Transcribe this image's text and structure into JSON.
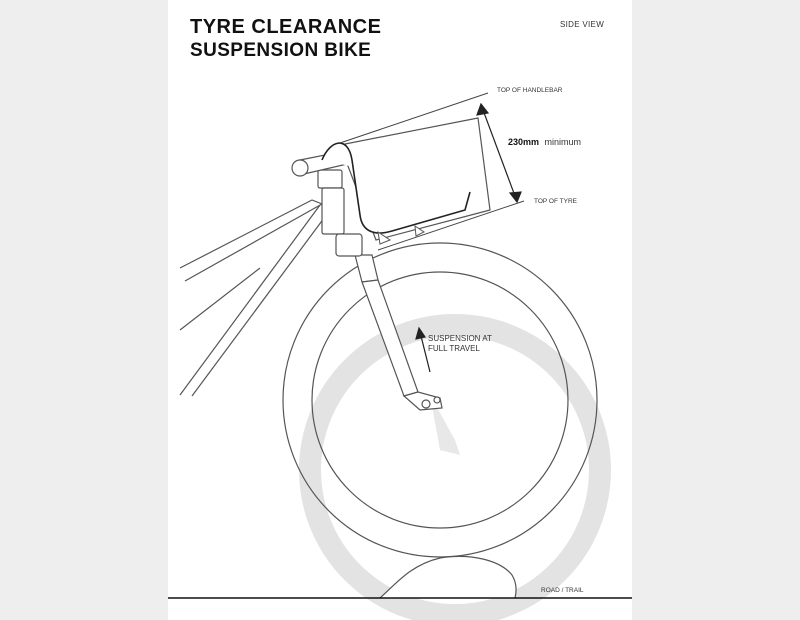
{
  "title": "TYRE CLEARANCE",
  "subtitle": "SUSPENSION BIKE",
  "view_label": "SIDE VIEW",
  "labels": {
    "top_of_handlebar": "TOP OF HANDLEBAR",
    "top_of_tyre": "TOP OF TYRE",
    "clearance_value": "230mm",
    "clearance_note": "minimum",
    "suspension_line1": "SUSPENSION AT",
    "suspension_line2": "FULL TRAVEL",
    "ground": "ROAD / TRAIL"
  },
  "colors": {
    "ink": "#111111",
    "ghost_wheel": "#e3e3e3",
    "line_art": "#555555"
  }
}
